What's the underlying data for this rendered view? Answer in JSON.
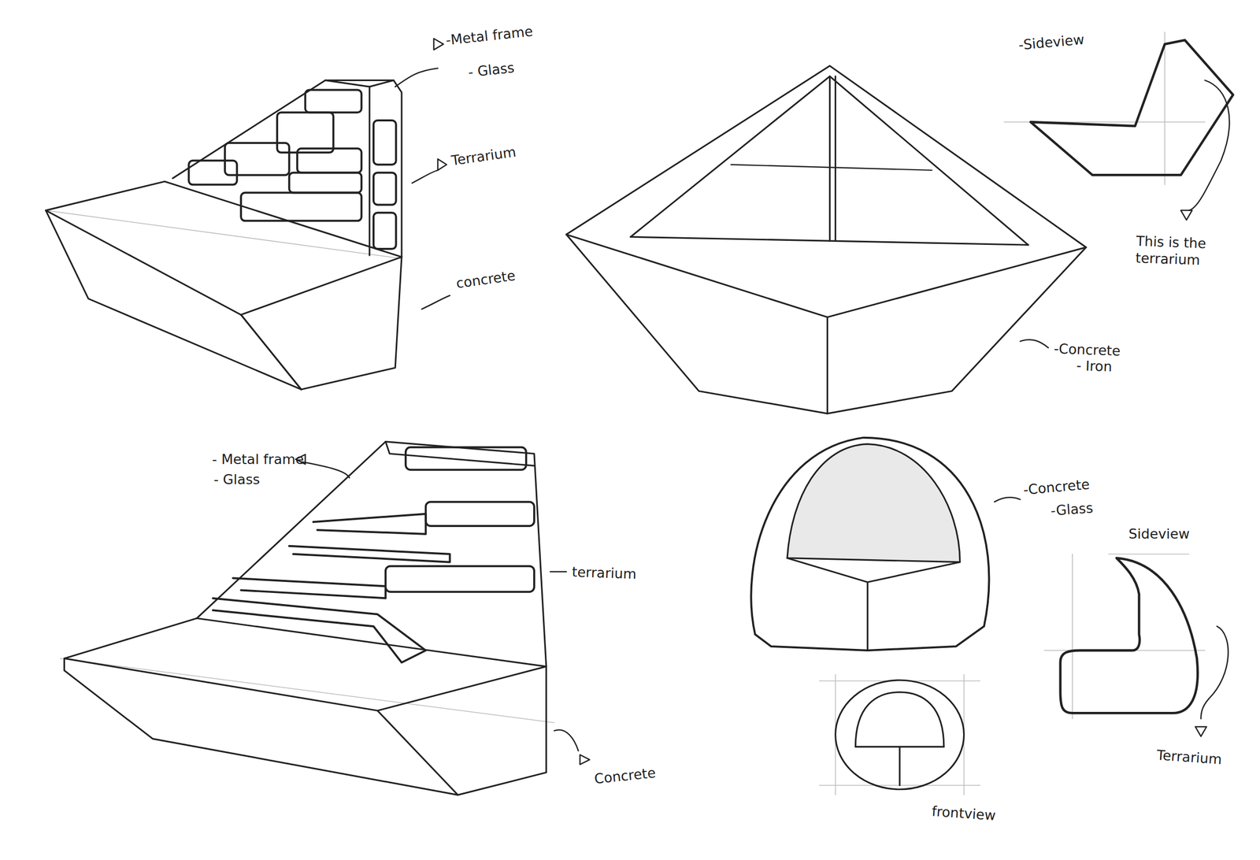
{
  "diagram": {
    "labels": [
      "-Metal frame",
      "- Glass",
      "Terrarium",
      "concrete",
      "-Sideview",
      "This is the terrarium",
      "-Concrete",
      "- Iron",
      "- Metal frame",
      "- Glass",
      "terrarium",
      "Concrete",
      "-Concrete",
      "-Glass",
      "Sideview",
      "Terrarium",
      "frontview"
    ]
  }
}
